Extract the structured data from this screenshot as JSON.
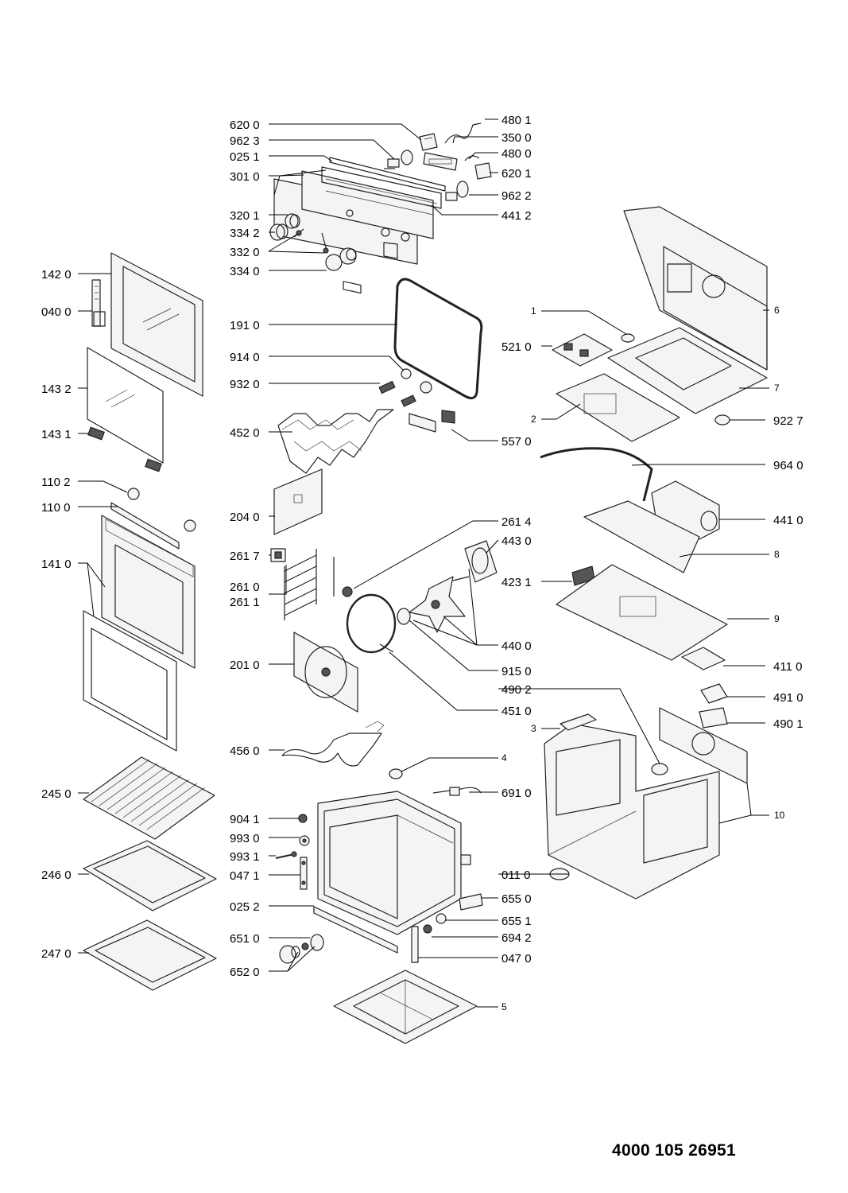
{
  "drawing_number": "4000 105 26951",
  "labels": {
    "l6200": "620 0",
    "l9623": "962 3",
    "l0251": "025 1",
    "l3010": "301 0",
    "l3201": "320 1",
    "l3342": "334 2",
    "l3320": "332 0",
    "l3340": "334 0",
    "l4801": "480 1",
    "l3500": "350 0",
    "l4800": "480 0",
    "l6201": "620 1",
    "l9622": "962 2",
    "l4412": "441 2",
    "l1420": "142 0",
    "l0400": "040 0",
    "l1432": "143 2",
    "l1431": "143 1",
    "l1102": "110 2",
    "l1100": "110 0",
    "l1410": "141 0",
    "l2450": "245 0",
    "l2460": "246 0",
    "l2470": "247 0",
    "l1910": "191 0",
    "l9140": "914 0",
    "l9320": "932 0",
    "l4520": "452 0",
    "l5570": "557 0",
    "l2040": "204 0",
    "l2617": "261 7",
    "l2610": "261 0",
    "l2611": "261 1",
    "l2010": "201 0",
    "l2614": "261 4",
    "l4430": "443 0",
    "l4231": "423 1",
    "l4400": "440 0",
    "l9150": "915 0",
    "l4510": "451 0",
    "l4902": "490 2",
    "l4560": "456 0",
    "l9041": "904 1",
    "l9930": "993 0",
    "l9931": "993 1",
    "l0471": "047 1",
    "l0252": "025 2",
    "l6510": "651 0",
    "l6520": "652 0",
    "l6910": "691 0",
    "l0110": "011 0",
    "l6550": "655 0",
    "l6551": "655 1",
    "l6942": "694 2",
    "l0470": "047 0",
    "l5210": "521 0",
    "l9227": "922 7",
    "l9640": "964 0",
    "l4410": "441 0",
    "l4110": "411 0",
    "l4910": "491 0",
    "l4901": "490 1",
    "c1": "1",
    "c2": "2",
    "c3": "3",
    "c4": "4",
    "c5": "5",
    "c6": "6",
    "c7": "7",
    "c8": "8",
    "c9": "9",
    "c10": "10"
  }
}
